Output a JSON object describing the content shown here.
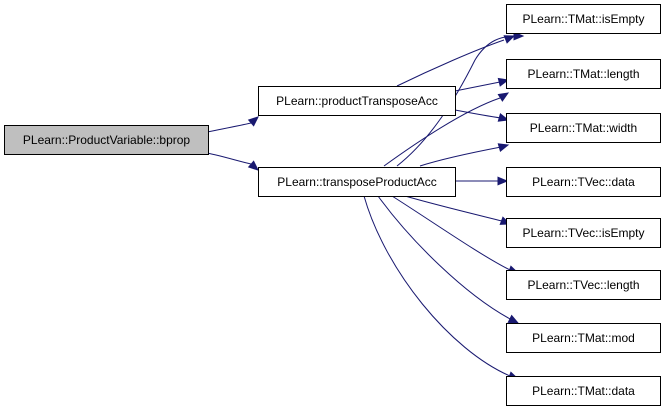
{
  "graph": {
    "colors": {
      "root_fill": "#bfbfbf",
      "node_fill": "#ffffff",
      "node_border": "#000000",
      "edge": "#191970"
    },
    "nodes": [
      {
        "id": "bprop",
        "label": "PLearn::ProductVariable::bprop",
        "root": true
      },
      {
        "id": "pta",
        "label": "PLearn::productTransposeAcc"
      },
      {
        "id": "tpa",
        "label": "PLearn::transposeProductAcc"
      },
      {
        "id": "isEmptyMat",
        "label": "PLearn::TMat::isEmpty"
      },
      {
        "id": "lengthMat",
        "label": "PLearn::TMat::length"
      },
      {
        "id": "widthMat",
        "label": "PLearn::TMat::width"
      },
      {
        "id": "dataVec",
        "label": "PLearn::TVec::data"
      },
      {
        "id": "isEmptyVec",
        "label": "PLearn::TVec::isEmpty"
      },
      {
        "id": "lengthVec",
        "label": "PLearn::TVec::length"
      },
      {
        "id": "modMat",
        "label": "PLearn::TMat::mod"
      },
      {
        "id": "dataMat",
        "label": "PLearn::TMat::data"
      }
    ],
    "edges": [
      {
        "from": "bprop",
        "to": "pta"
      },
      {
        "from": "bprop",
        "to": "tpa"
      },
      {
        "from": "pta",
        "to": "isEmptyMat"
      },
      {
        "from": "pta",
        "to": "lengthMat"
      },
      {
        "from": "pta",
        "to": "widthMat"
      },
      {
        "from": "tpa",
        "to": "isEmptyMat"
      },
      {
        "from": "tpa",
        "to": "lengthMat"
      },
      {
        "from": "tpa",
        "to": "widthMat"
      },
      {
        "from": "tpa",
        "to": "dataVec"
      },
      {
        "from": "tpa",
        "to": "isEmptyVec"
      },
      {
        "from": "tpa",
        "to": "lengthVec"
      },
      {
        "from": "tpa",
        "to": "modMat"
      },
      {
        "from": "tpa",
        "to": "dataMat"
      }
    ]
  }
}
